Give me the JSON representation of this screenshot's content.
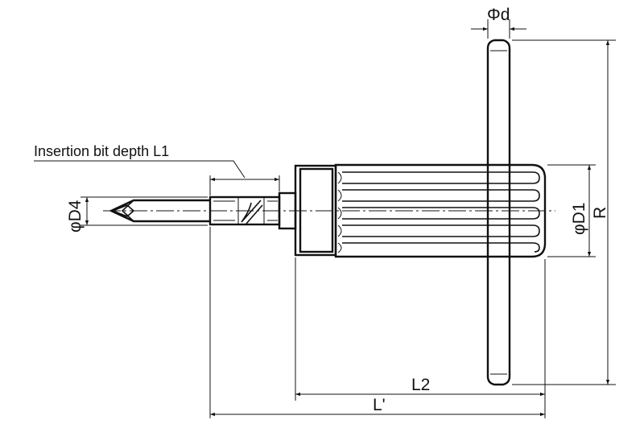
{
  "labels": {
    "shaft_diameter": "Φd",
    "insertion_depth": "Insertion bit depth L1",
    "bit_diameter": "φD4",
    "handle_diameter": "φD1",
    "radius": "R",
    "length_l2": "L2",
    "length_total": "L'"
  }
}
